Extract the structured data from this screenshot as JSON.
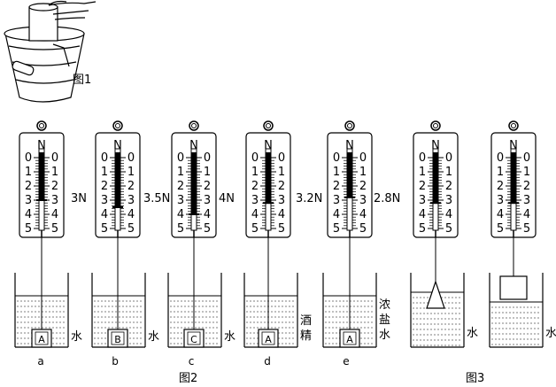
{
  "figure1": {
    "caption": "图1"
  },
  "figure2": {
    "caption": "图2",
    "setups": [
      {
        "id": "a",
        "reading": "3N",
        "object": "A",
        "liquid": "水",
        "liquid_lines": [
          "水"
        ]
      },
      {
        "id": "b",
        "reading": "3.5N",
        "object": "B",
        "liquid": "水",
        "liquid_lines": [
          "水"
        ]
      },
      {
        "id": "c",
        "reading": "4N",
        "object": "C",
        "liquid": "水",
        "liquid_lines": [
          "水"
        ]
      },
      {
        "id": "d",
        "reading": "3.2N",
        "object": "A",
        "liquid": "酒精",
        "liquid_lines": [
          "酒",
          "精"
        ]
      },
      {
        "id": "e",
        "reading": "2.8N",
        "object": "A",
        "liquid": "浓盐水",
        "liquid_lines": [
          "浓",
          "盐",
          "水"
        ]
      }
    ]
  },
  "figure3": {
    "caption": "图3",
    "setups": [
      {
        "object_shape": "cone",
        "liquid": "水"
      },
      {
        "object_shape": "cube",
        "liquid": "水"
      }
    ]
  },
  "scale": {
    "unit": "N",
    "ticks": [
      "0",
      "1",
      "2",
      "3",
      "4",
      "5"
    ]
  }
}
